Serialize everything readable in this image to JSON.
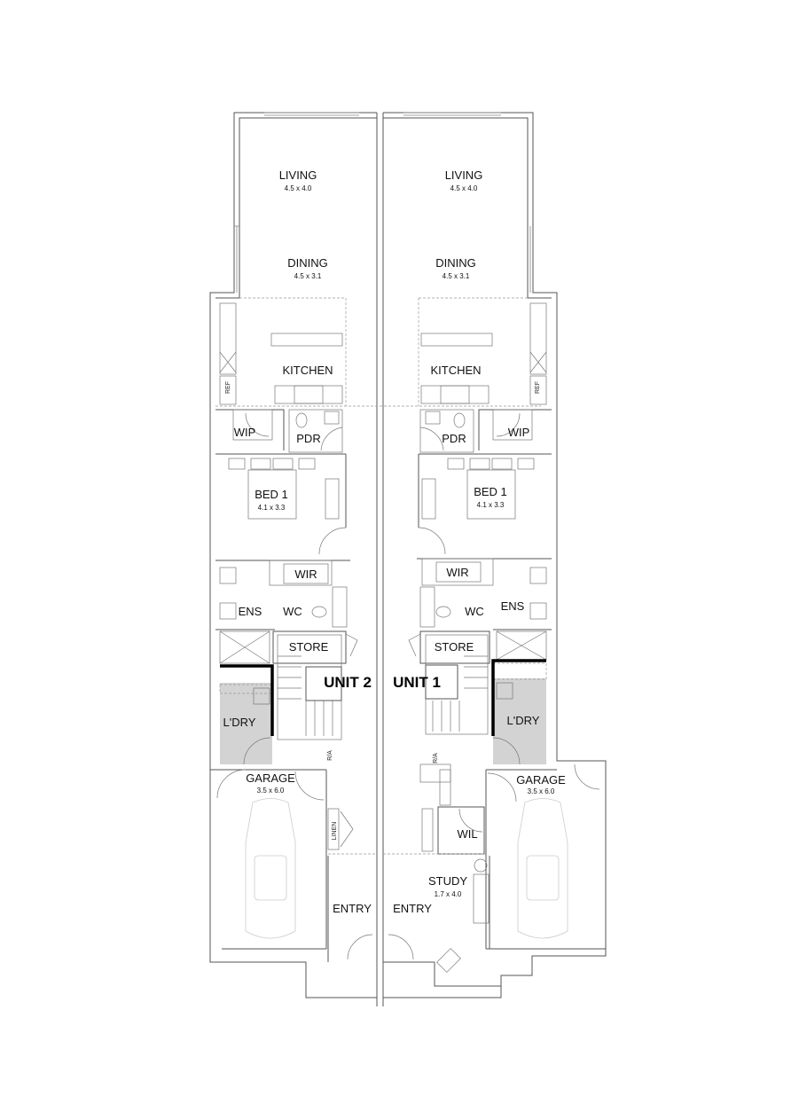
{
  "colors": {
    "walls": "#555555",
    "laundry_fill": "#d3d3d3",
    "thick_wall": "#000000",
    "car_outline": "#cccccc"
  },
  "units": [
    {
      "name": "UNIT 2",
      "rooms": {
        "living": {
          "label": "LIVING",
          "size": "4.5 x 4.0"
        },
        "dining": {
          "label": "DINING",
          "size": "4.5 x 3.1"
        },
        "kitchen": {
          "label": "KITCHEN"
        },
        "ref": {
          "label": "REF"
        },
        "wip": {
          "label": "WIP"
        },
        "pdr": {
          "label": "PDR"
        },
        "bed1": {
          "label": "BED 1",
          "size": "4.1 x 3.3"
        },
        "wir": {
          "label": "WIR"
        },
        "ens": {
          "label": "ENS"
        },
        "wc": {
          "label": "WC"
        },
        "store": {
          "label": "STORE"
        },
        "laundry": {
          "label": "L'DRY"
        },
        "garage": {
          "label": "GARAGE",
          "size": "3.5 x 6.0"
        },
        "linen": {
          "label": "LINEN"
        },
        "ra": {
          "label": "R/A"
        },
        "entry": {
          "label": "ENTRY"
        }
      }
    },
    {
      "name": "UNIT 1",
      "rooms": {
        "living": {
          "label": "LIVING",
          "size": "4.5 x 4.0"
        },
        "dining": {
          "label": "DINING",
          "size": "4.5 x 3.1"
        },
        "kitchen": {
          "label": "KITCHEN"
        },
        "ref": {
          "label": "REF"
        },
        "wip": {
          "label": "WIP"
        },
        "pdr": {
          "label": "PDR"
        },
        "bed1": {
          "label": "BED 1",
          "size": "4.1 x 3.3"
        },
        "wir": {
          "label": "WIR"
        },
        "ens": {
          "label": "ENS"
        },
        "wc": {
          "label": "WC"
        },
        "store": {
          "label": "STORE"
        },
        "laundry": {
          "label": "L'DRY"
        },
        "garage": {
          "label": "GARAGE",
          "size": "3.5 x 6.0"
        },
        "wil": {
          "label": "WIL"
        },
        "ra": {
          "label": "R/A"
        },
        "study": {
          "label": "STUDY",
          "size": "1.7 x 4.0"
        },
        "entry": {
          "label": "ENTRY"
        }
      }
    }
  ]
}
